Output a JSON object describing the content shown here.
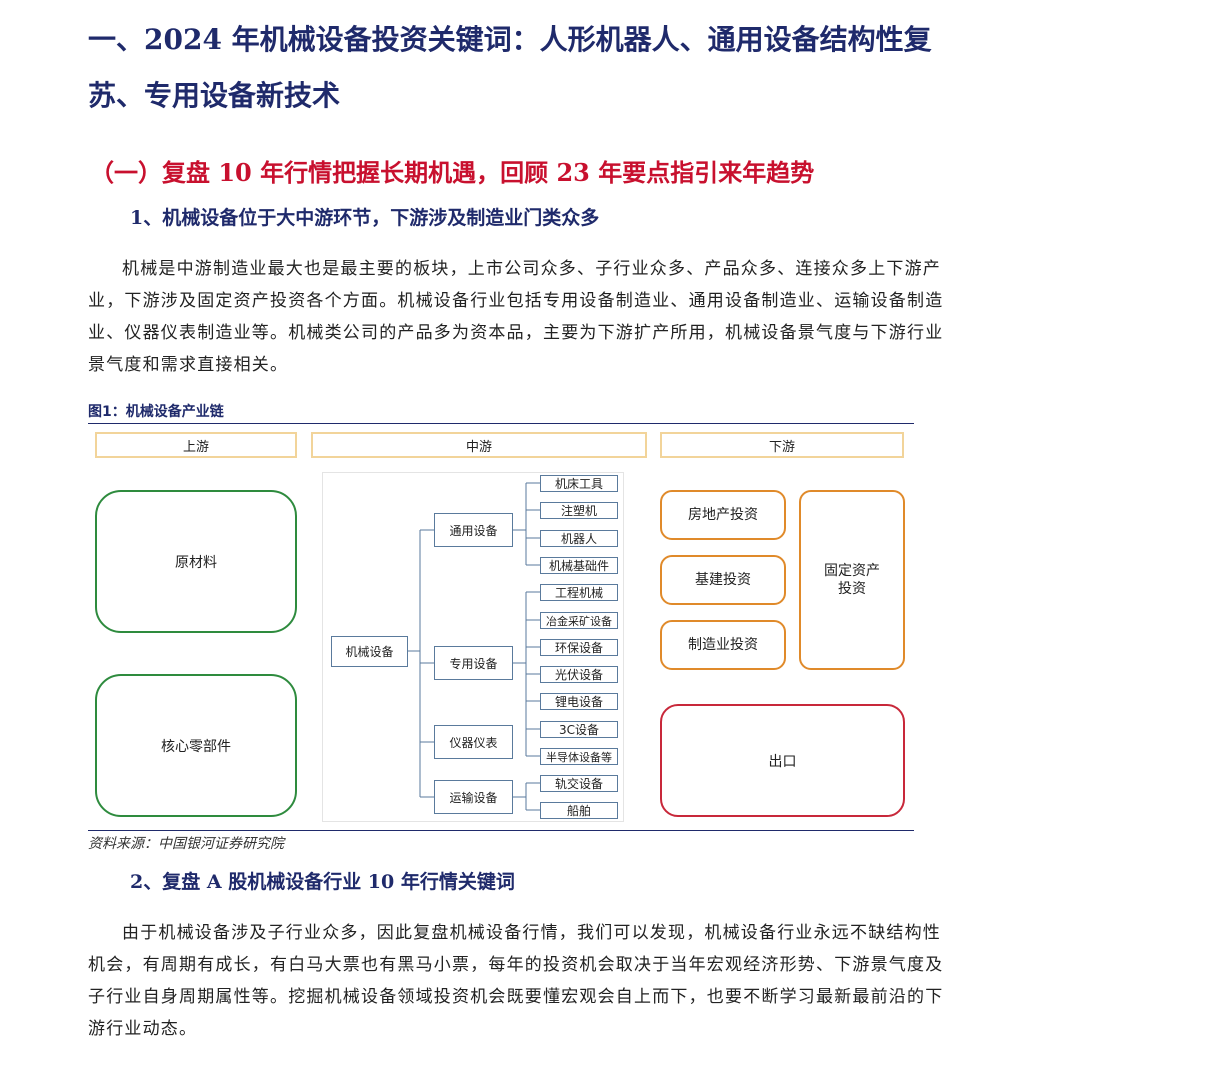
{
  "heading1": "一、2024 年机械设备投资关键词：人形机器人、通用设备结构性复苏、专用设备新技术",
  "heading2": "（一）复盘 10 年行情把握长期机遇，回顾 23 年要点指引来年趋势",
  "section1_title": "1、机械设备位于大中游环节，下游涉及制造业门类众多",
  "para1": "机械是中游制造业最大也是最主要的板块，上市公司众多、子行业众多、产品众多、连接众多上下游产业，下游涉及固定资产投资各个方面。机械设备行业包括专用设备制造业、通用设备制造业、运输设备制造业、仪器仪表制造业等。机械类公司的产品多为资本品，主要为下游扩产所用，机械设备景气度与下游行业景气度和需求直接相关。",
  "figure": {
    "title": "图1：机械设备产业链",
    "source": "资料来源：中国银河证券研究院",
    "headers": {
      "upstream": "上游",
      "midstream": "中游",
      "downstream": "下游"
    },
    "upstream": {
      "raw": "原材料",
      "core": "核心零部件"
    },
    "root": "机械设备",
    "categories": {
      "general": "通用设备",
      "special": "专用设备",
      "instrument": "仪器仪表",
      "transport": "运输设备"
    },
    "general_items": [
      "机床工具",
      "注塑机",
      "机器人",
      "机械基础件"
    ],
    "special_items": [
      "工程机械",
      "冶金采矿设备",
      "环保设备",
      "光伏设备",
      "锂电设备",
      "3C设备",
      "半导体设备等"
    ],
    "transport_items": [
      "轨交设备",
      "船舶"
    ],
    "downstream": {
      "realestate": "房地产投资",
      "infra": "基建投资",
      "manufacturing": "制造业投资",
      "fixed": "固定资产\n投资",
      "export": "出口"
    },
    "colors": {
      "green": "#2e8b3e",
      "orange": "#e08a2a",
      "red": "#c8283a",
      "header": "#f2d49a",
      "line": "#5a7a9c"
    }
  },
  "section2_title": "2、复盘 A 股机械设备行业 10 年行情关键词",
  "para2": "由于机械设备涉及子行业众多，因此复盘机械设备行情，我们可以发现，机械设备行业永远不缺结构性机会，有周期有成长，有白马大票也有黑马小票，每年的投资机会取决于当年宏观经济形势、下游景气度及子行业自身周期属性等。挖掘机械设备领域投资机会既要懂宏观会自上而下，也要不断学习最新最前沿的下游行业动态。"
}
